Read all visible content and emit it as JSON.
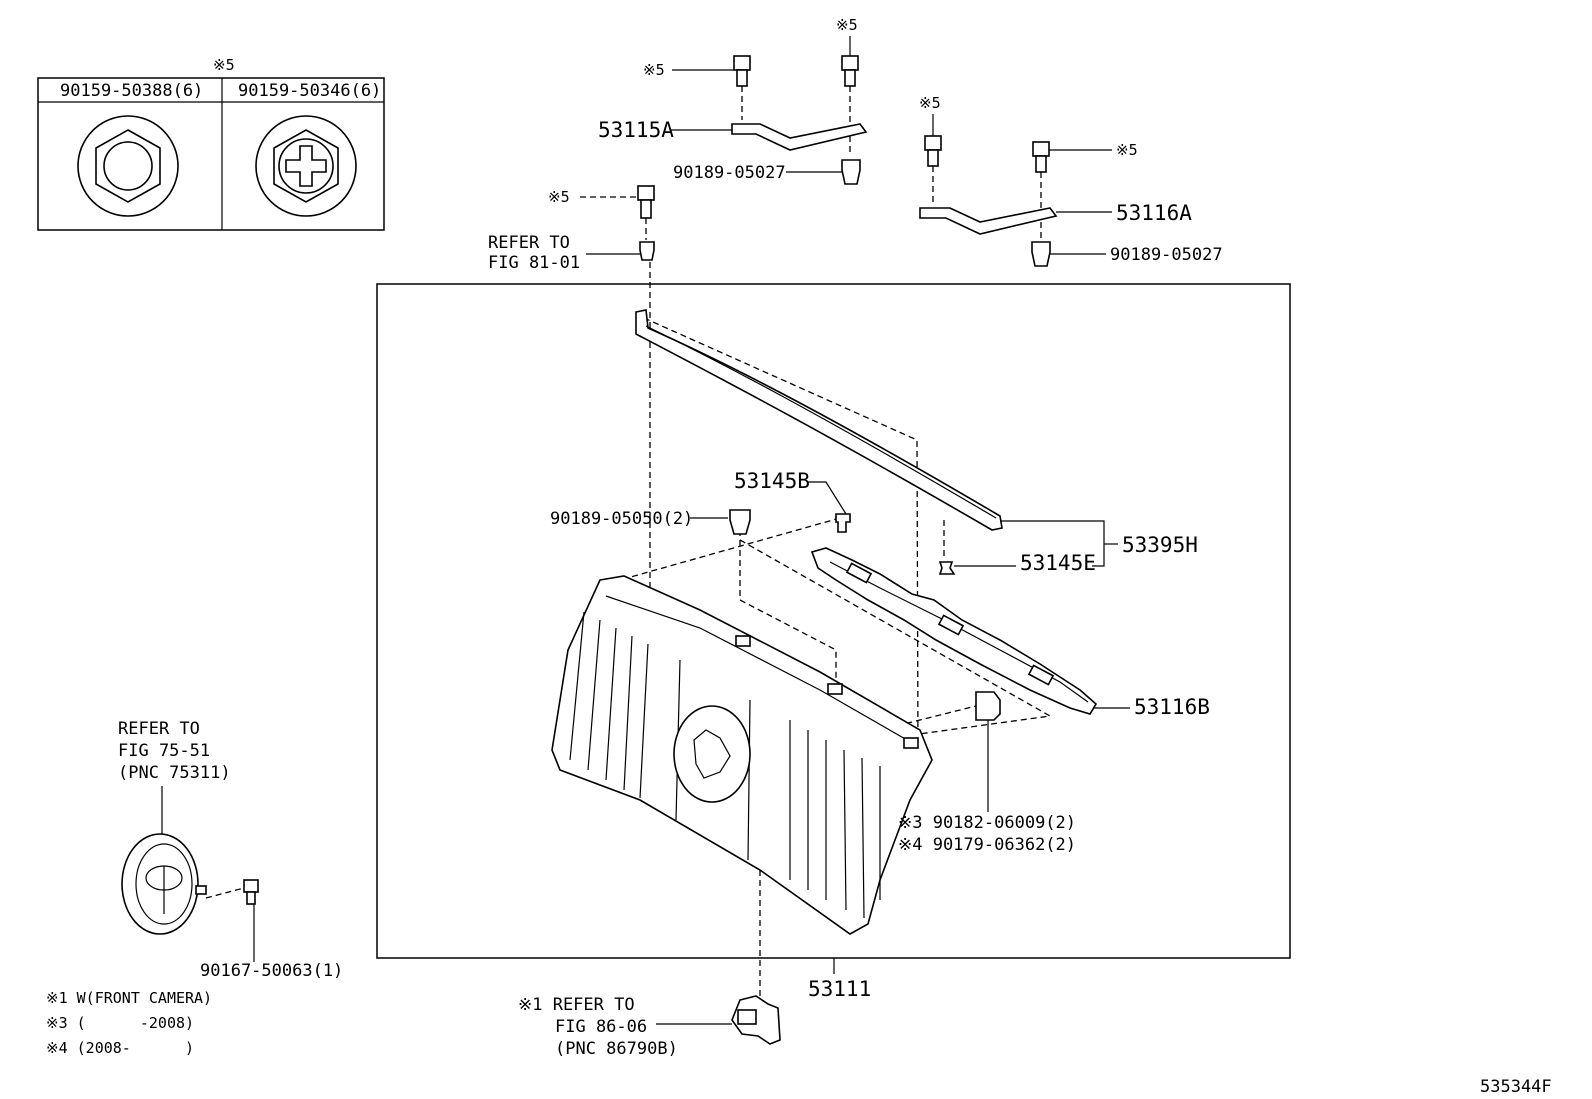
{
  "figure_code": "535344F",
  "fastener_table": {
    "note_mark": "※5",
    "columns": [
      {
        "part_no": "90159-50388(6)",
        "icon": "hex-nut-icon"
      },
      {
        "part_no": "90159-50346(6)",
        "icon": "phillips-nut-icon"
      }
    ]
  },
  "labels": {
    "n5_bracket_a_left": "※5",
    "n5_bracket_a_right": "※5",
    "p53115A": "53115A",
    "clip_a": "90189-05027",
    "n5_bracket_b_left": "※5",
    "n5_bracket_b_right": "※5",
    "p53116A": "53116A",
    "clip_b": "90189-05027",
    "n5_center": "※5",
    "refer_8101_l1": "REFER TO",
    "refer_8101_l2": "FIG 81-01",
    "p53145B": "53145B",
    "clip_c": "90189-05050(2)",
    "p53145E": "53145E",
    "p53395H": "53395H",
    "p53116B": "53116B",
    "note3_part": "※3 90182-06009(2)",
    "note4_part": "※4 90179-06362(2)",
    "p53111": "53111",
    "refer_7551_l1": "REFER TO",
    "refer_7551_l2": "FIG 75-51",
    "refer_7551_l3": "(PNC 75311)",
    "screw_emblem": "90167-50063(1)",
    "refer_8606_l1": "※1 REFER TO",
    "refer_8606_l2": "FIG 86-06",
    "refer_8606_l3": "(PNC 86790B)"
  },
  "footnotes": [
    "※1 W(FRONT CAMERA)",
    "※3 (      -2008)",
    "※4 (2008-      )"
  ]
}
